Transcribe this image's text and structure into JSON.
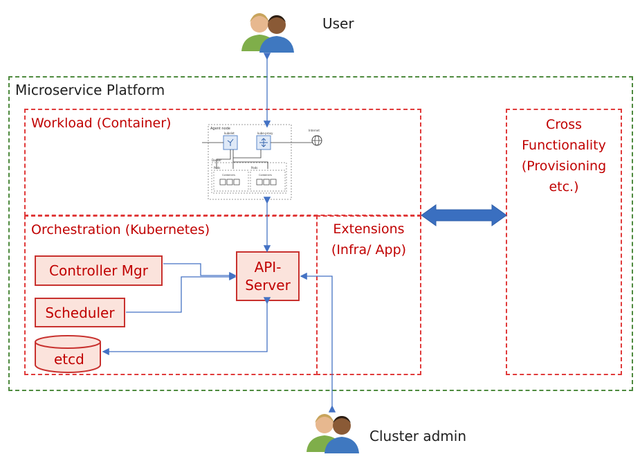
{
  "user_label": "User",
  "cluster_admin_label": "Cluster admin",
  "platform": {
    "title": "Microservice Platform",
    "workload": {
      "title": "Workload (Container)"
    },
    "orchestration": {
      "title": "Orchestration (Kubernetes)",
      "controller_mgr": "Controller Mgr",
      "scheduler": "Scheduler",
      "api_server_line1": "API-",
      "api_server_line2": "Server",
      "etcd": "etcd"
    },
    "extensions": {
      "line1": "Extensions",
      "line2": "(Infra/ App)"
    },
    "cross": {
      "line1": "Cross",
      "line2": "Functionality",
      "line3": "(Provisioning",
      "line4": "etc.)"
    }
  },
  "agent_node": {
    "title": "Agent node",
    "kubelet": "kubelet",
    "kube_proxy": "kube-proxy",
    "internet": "Internet",
    "docker": "Docker",
    "pods_left": "Pods",
    "containers_left": "Containers",
    "pods_right": "Pods",
    "containers_right": "Containers"
  },
  "colors": {
    "red_text": "#c00000",
    "red_border": "#e03a3a",
    "green_border": "#4e8a3e",
    "arrow_blue": "#4472c4",
    "component_fill": "#fbe3dc"
  }
}
